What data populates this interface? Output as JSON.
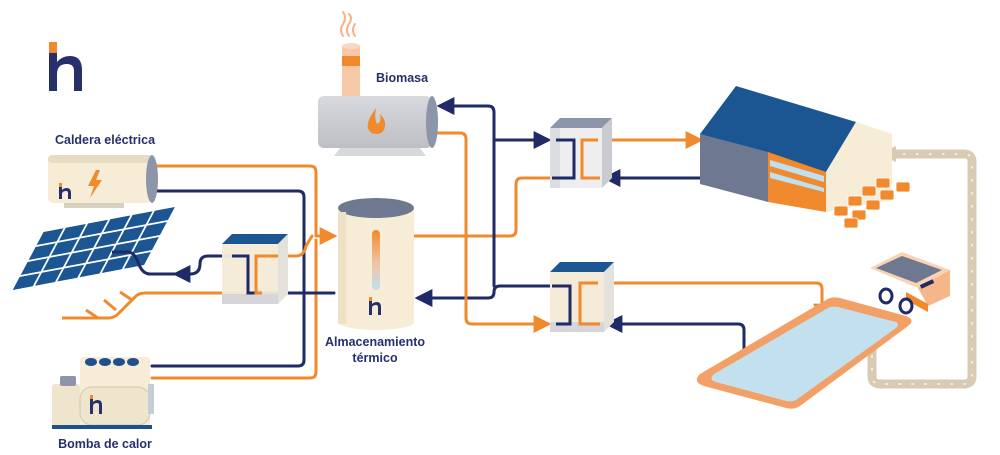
{
  "brand": {
    "logo_letter": "h",
    "navy": "#27306b",
    "orange": "#f08a2c"
  },
  "colors": {
    "hot_pipe": "#f08a2c",
    "cold_pipe": "#1f2a66",
    "conveyor": "#d8cbb3",
    "roof_blue": "#1b5693",
    "cream": "#f7ecd6",
    "water": "#c3e0ee"
  },
  "labels": {
    "electric_boiler": "Caldera eléctrica",
    "biomass": "Biomasa",
    "thermal_storage_line1": "Almacenamiento",
    "thermal_storage_line2": "térmico",
    "heat_pump": "Bomba de calor"
  },
  "components": [
    {
      "id": "electric-boiler",
      "name": "Caldera eléctrica",
      "icon": "lightning-icon"
    },
    {
      "id": "solar-thermal-panels",
      "name": "",
      "icon": "solar-panel-icon"
    },
    {
      "id": "heat-pump",
      "name": "Bomba de calor",
      "icon": "fan-icon"
    },
    {
      "id": "biomass-boiler",
      "name": "Biomasa",
      "icon": "flame-icon"
    },
    {
      "id": "thermal-storage-tank",
      "name": "Almacenamiento térmico",
      "icon": "thermometer-icon"
    },
    {
      "id": "heat-exchanger-solar",
      "name": "",
      "icon": "heat-exchanger-icon"
    },
    {
      "id": "heat-exchanger-warehouse",
      "name": "",
      "icon": "heat-exchanger-icon"
    },
    {
      "id": "heat-exchanger-pool",
      "name": "",
      "icon": "heat-exchanger-icon"
    },
    {
      "id": "industrial-warehouse",
      "name": "",
      "icon": "warehouse-icon"
    },
    {
      "id": "leaching-pond",
      "name": "",
      "icon": "pond-icon"
    },
    {
      "id": "mining-truck",
      "name": "",
      "icon": "dump-truck-icon"
    },
    {
      "id": "conveyor-belt",
      "name": "",
      "icon": "conveyor-icon"
    }
  ],
  "flows": [
    {
      "from": "electric-boiler",
      "to": "thermal-storage-tank",
      "type": "hot"
    },
    {
      "from": "thermal-storage-tank",
      "to": "electric-boiler",
      "type": "cold"
    },
    {
      "from": "heat-pump",
      "to": "thermal-storage-tank",
      "type": "hot"
    },
    {
      "from": "thermal-storage-tank",
      "to": "heat-pump",
      "type": "cold"
    },
    {
      "from": "solar-thermal-panels",
      "to": "heat-exchanger-solar",
      "type": "hot"
    },
    {
      "from": "heat-exchanger-solar",
      "to": "solar-thermal-panels",
      "type": "cold"
    },
    {
      "from": "heat-exchanger-solar",
      "to": "thermal-storage-tank",
      "type": "hot"
    },
    {
      "from": "thermal-storage-tank",
      "to": "heat-exchanger-solar",
      "type": "cold"
    },
    {
      "from": "biomass-boiler",
      "to": "heat-exchanger-pool",
      "type": "hot"
    },
    {
      "from": "heat-exchanger-warehouse",
      "to": "biomass-boiler",
      "type": "cold"
    },
    {
      "from": "thermal-storage-tank",
      "to": "heat-exchanger-warehouse",
      "type": "hot"
    },
    {
      "from": "heat-exchanger-warehouse",
      "to": "industrial-warehouse",
      "type": "hot"
    },
    {
      "from": "industrial-warehouse",
      "to": "heat-exchanger-warehouse",
      "type": "cold"
    },
    {
      "from": "heat-exchanger-pool",
      "to": "leaching-pond",
      "type": "hot"
    },
    {
      "from": "leaching-pond",
      "to": "heat-exchanger-pool",
      "type": "cold"
    },
    {
      "from": "heat-exchanger-pool",
      "to": "thermal-storage-tank",
      "type": "cold"
    },
    {
      "from": "leaching-pond",
      "to": "industrial-warehouse",
      "type": "conveyor"
    }
  ]
}
